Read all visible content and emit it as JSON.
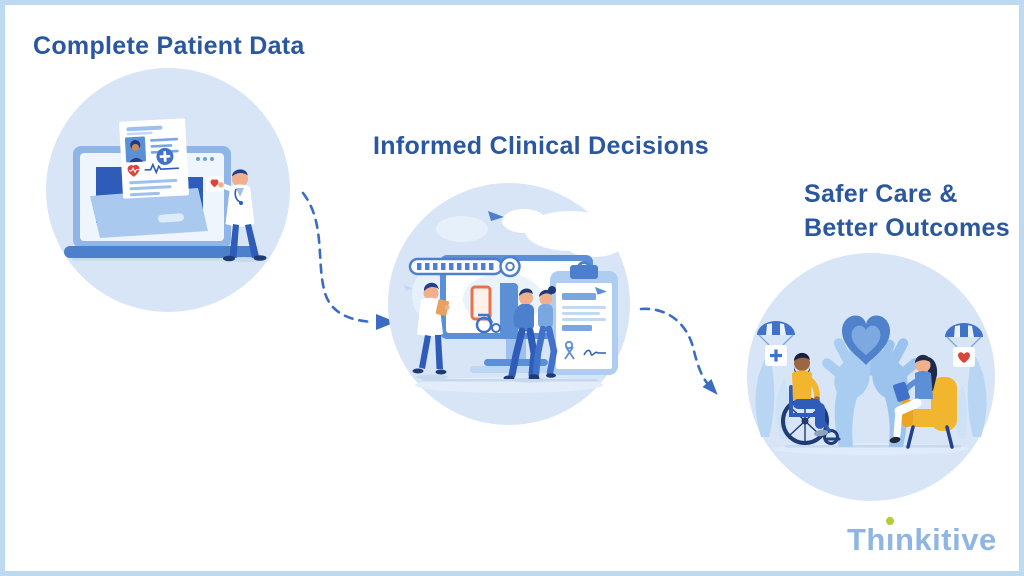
{
  "page": {
    "background": "#ffffff",
    "border_color": "#bedaf0"
  },
  "flow": {
    "steps": [
      {
        "title": "Complete Patient Data",
        "illustration": "patient-record-folder-on-laptop-with-doctor"
      },
      {
        "title": "Informed Clinical Decisions",
        "illustration": "doctor-monitor-search-patients-clipboard"
      },
      {
        "title_line1": "Safer Care &",
        "title_line2": "Better Outcomes",
        "illustration": "caring-hands-holding-heart-wheelchair-patient-and-nurse"
      }
    ],
    "connectors": [
      {
        "from": 0,
        "to": 1,
        "style": "dashed-arrow"
      },
      {
        "from": 1,
        "to": 2,
        "style": "dashed-arrow"
      }
    ]
  },
  "logo": {
    "text": "Thinkitive",
    "prefix": "Th",
    "i_stem": "ı",
    "suffix": "nkitive"
  },
  "colors": {
    "page_background": "#ffffff",
    "page_border": "#bedaf0",
    "title_text": "#2a579e",
    "circle_background": "#d7e5f7",
    "arrow": "#3b6cc4",
    "logo_text": "#8fb5e3",
    "logo_dot": "#b5cc34",
    "illustration_primary": "#4d80cc",
    "illustration_dark": "#2e5cb8",
    "accent_red": "#d9453c",
    "accent_yellow": "#f2b52e",
    "accent_orange": "#e8734a"
  }
}
